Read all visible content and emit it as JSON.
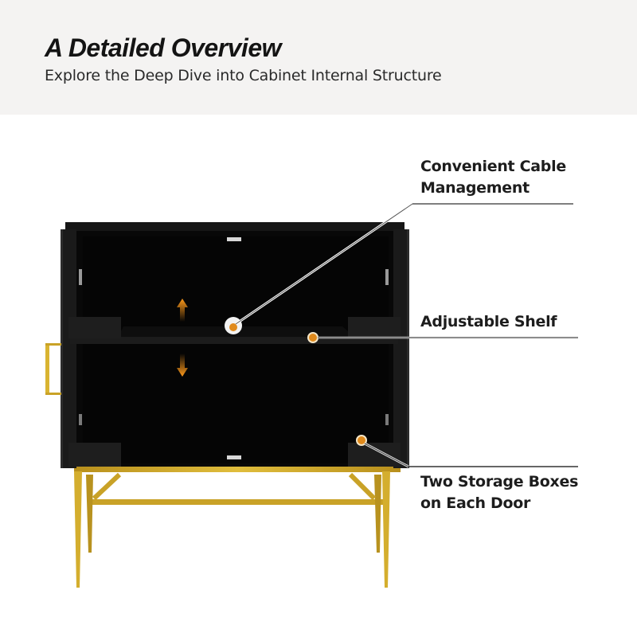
{
  "header": {
    "title": "A Detailed Overview",
    "subtitle": "Explore the Deep Dive into Cabinet Internal Structure"
  },
  "callouts": [
    {
      "id": "cable",
      "label_line1": "Convenient Cable",
      "label_line2": "Management"
    },
    {
      "id": "shelf",
      "label_line1": "Adjustable Shelf"
    },
    {
      "id": "boxes",
      "label_line1": "Two Storage Boxes",
      "label_line2": "on Each Door"
    }
  ],
  "colors": {
    "header_bg": "#f4f3f2",
    "cabinet_black": "#0b0b0b",
    "gold": "#c9a227",
    "marker_orange": "#e08a1c",
    "arrow_orange": "#f08a12"
  },
  "icons": [
    "arrow-up-icon",
    "arrow-down-icon",
    "cable-hole-marker-icon",
    "shelf-marker-icon",
    "storage-box-marker-icon"
  ]
}
